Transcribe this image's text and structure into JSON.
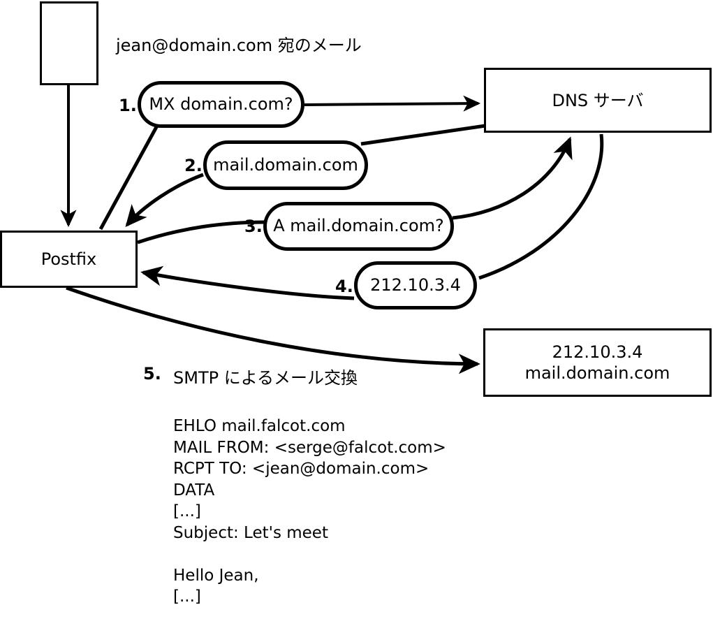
{
  "diagram": {
    "title_note": "jean@domain.com 宛のメール",
    "nodes": {
      "sender": {
        "label": ""
      },
      "postfix": {
        "label": "Postfix"
      },
      "dns": {
        "label": "DNS サーバ"
      },
      "target": {
        "line1": "212.10.3.4",
        "line2": "mail.domain.com"
      }
    },
    "steps": [
      {
        "num": "1.",
        "bubble": "MX domain.com?"
      },
      {
        "num": "2.",
        "bubble": "mail.domain.com"
      },
      {
        "num": "3.",
        "bubble": "A mail.domain.com?"
      },
      {
        "num": "4.",
        "bubble": "212.10.3.4"
      }
    ],
    "step5": {
      "num": "5.",
      "label": "SMTP によるメール交換"
    },
    "transcript": [
      "EHLO mail.falcot.com",
      "MAIL FROM: <serge@falcot.com>",
      "RCPT TO: <jean@domain.com>",
      "DATA",
      "[...]",
      "Subject: Let's meet",
      "",
      "Hello Jean,",
      "[...]",
      "",
      "."
    ],
    "colors": {
      "stroke": "#000000",
      "background": "#ffffff"
    }
  }
}
